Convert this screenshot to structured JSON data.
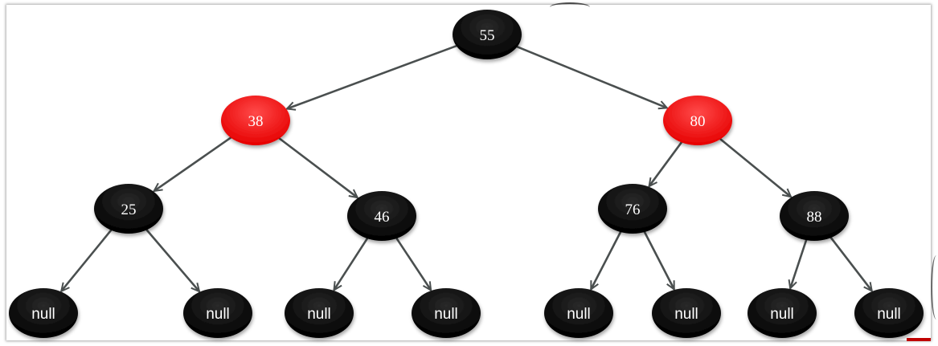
{
  "tree": {
    "colors": {
      "black": "#050505",
      "red": "#ff1a1a",
      "edge": "#4a4f4f",
      "text": "#ffffff"
    },
    "nodes": [
      {
        "id": "n55",
        "label": "55",
        "color": "black"
      },
      {
        "id": "n38",
        "label": "38",
        "color": "red"
      },
      {
        "id": "n80",
        "label": "80",
        "color": "red"
      },
      {
        "id": "n25",
        "label": "25",
        "color": "black"
      },
      {
        "id": "n46",
        "label": "46",
        "color": "black"
      },
      {
        "id": "n76",
        "label": "76",
        "color": "black"
      },
      {
        "id": "n88",
        "label": "88",
        "color": "black"
      },
      {
        "id": "null1",
        "label": "null",
        "color": "black"
      },
      {
        "id": "null2",
        "label": "null",
        "color": "black"
      },
      {
        "id": "null3",
        "label": "null",
        "color": "black"
      },
      {
        "id": "null4",
        "label": "null",
        "color": "black"
      },
      {
        "id": "null5",
        "label": "null",
        "color": "black"
      },
      {
        "id": "null6",
        "label": "null",
        "color": "black"
      },
      {
        "id": "null7",
        "label": "null",
        "color": "black"
      },
      {
        "id": "null8",
        "label": "null",
        "color": "black"
      }
    ],
    "edges": [
      [
        "n55",
        "n38"
      ],
      [
        "n55",
        "n80"
      ],
      [
        "n38",
        "n25"
      ],
      [
        "n38",
        "n46"
      ],
      [
        "n80",
        "n76"
      ],
      [
        "n80",
        "n88"
      ],
      [
        "n25",
        "null1"
      ],
      [
        "n25",
        "null2"
      ],
      [
        "n46",
        "null3"
      ],
      [
        "n46",
        "null4"
      ],
      [
        "n76",
        "null5"
      ],
      [
        "n76",
        "null6"
      ],
      [
        "n88",
        "null7"
      ],
      [
        "n88",
        "null8"
      ]
    ]
  }
}
